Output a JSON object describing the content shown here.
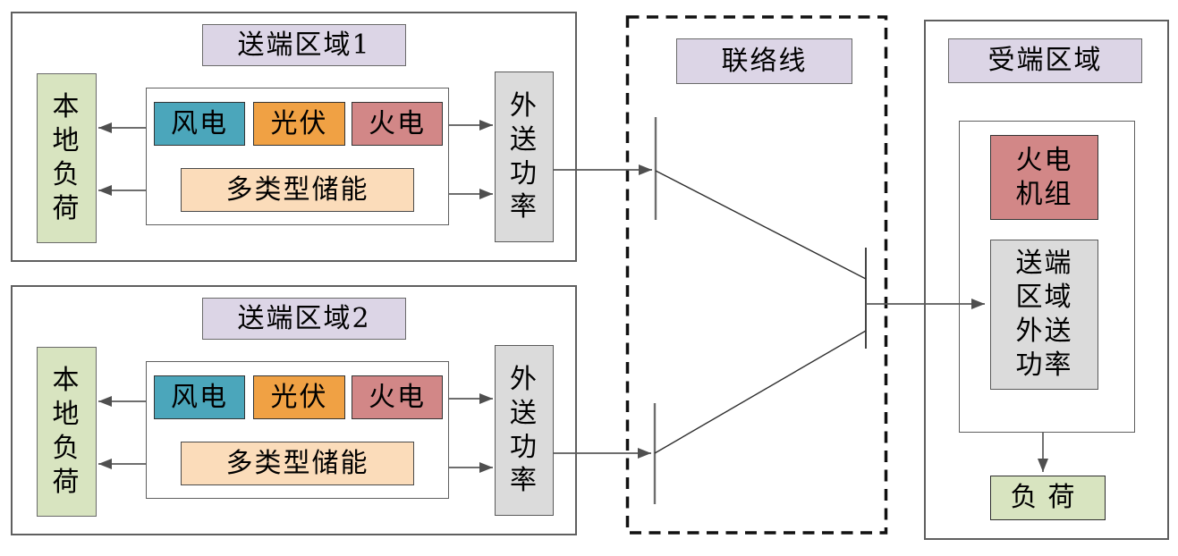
{
  "colors": {
    "lavender": "#DCD5E6",
    "green": "#D8E4C0",
    "teal": "#4BA6BB",
    "orange": "#F0A144",
    "rose": "#D28787",
    "peach": "#FBDCBA",
    "gray": "#DBDBDB",
    "line": "#5a5a5a",
    "ink": "#000000"
  },
  "sender1": {
    "title": "送端区域1",
    "local_load": "本\n地\n负\n荷",
    "wind": "风电",
    "pv": "光伏",
    "thermal": "火电",
    "storage": "多类型储能",
    "export_power": "外\n送\n功\n率"
  },
  "sender2": {
    "title": "送端区域2",
    "local_load": "本\n地\n负\n荷",
    "wind": "风电",
    "pv": "光伏",
    "thermal": "火电",
    "storage": "多类型储能",
    "export_power": "外\n送\n功\n率"
  },
  "tie_line": {
    "title": "联络线"
  },
  "receiver": {
    "title": "受端区域",
    "thermal_units": "火电\n机组",
    "import_power": "送端\n区域\n外送\n功率",
    "load": "负荷"
  }
}
